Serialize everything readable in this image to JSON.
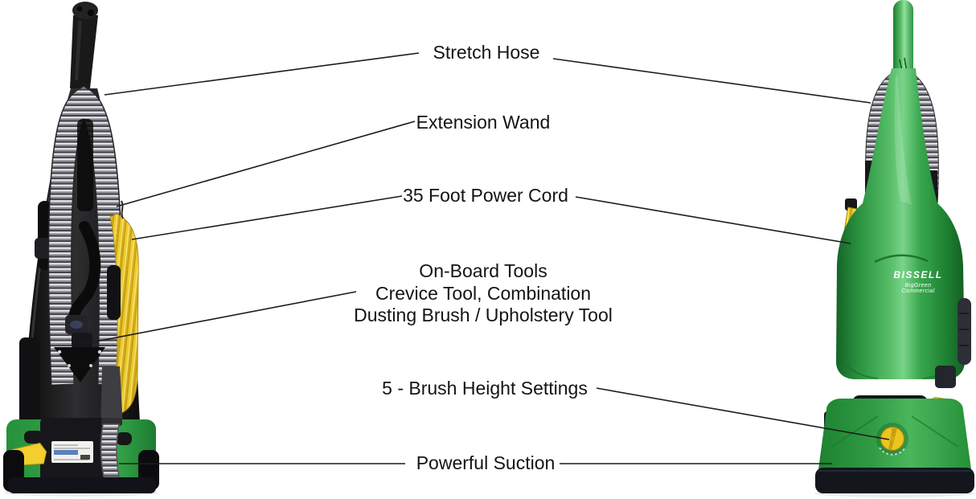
{
  "branding": {
    "logo": "BISSELL",
    "tagline": "BigGreen Commercial"
  },
  "callouts": {
    "stretch_hose": {
      "label": "Stretch Hose"
    },
    "extension_wand": {
      "label": "Extension Wand"
    },
    "power_cord": {
      "label": "35 Foot Power Cord"
    },
    "onboard_tools": {
      "label": "On-Board Tools",
      "detail_line1": "Crevice Tool, Combination",
      "detail_line2": "Dusting Brush / Upholstery Tool"
    },
    "brush_height": {
      "label": "5 - Brush Height Settings"
    },
    "powerful_suction": {
      "label": "Powerful Suction"
    }
  },
  "colors": {
    "green": "#2f9b43",
    "green_dark": "#156426",
    "yellow": "#f0cd31",
    "knob_yellow": "#ecc51e",
    "body_black": "#141414",
    "leader_line": "#1c1c1c",
    "text": "#141414"
  }
}
